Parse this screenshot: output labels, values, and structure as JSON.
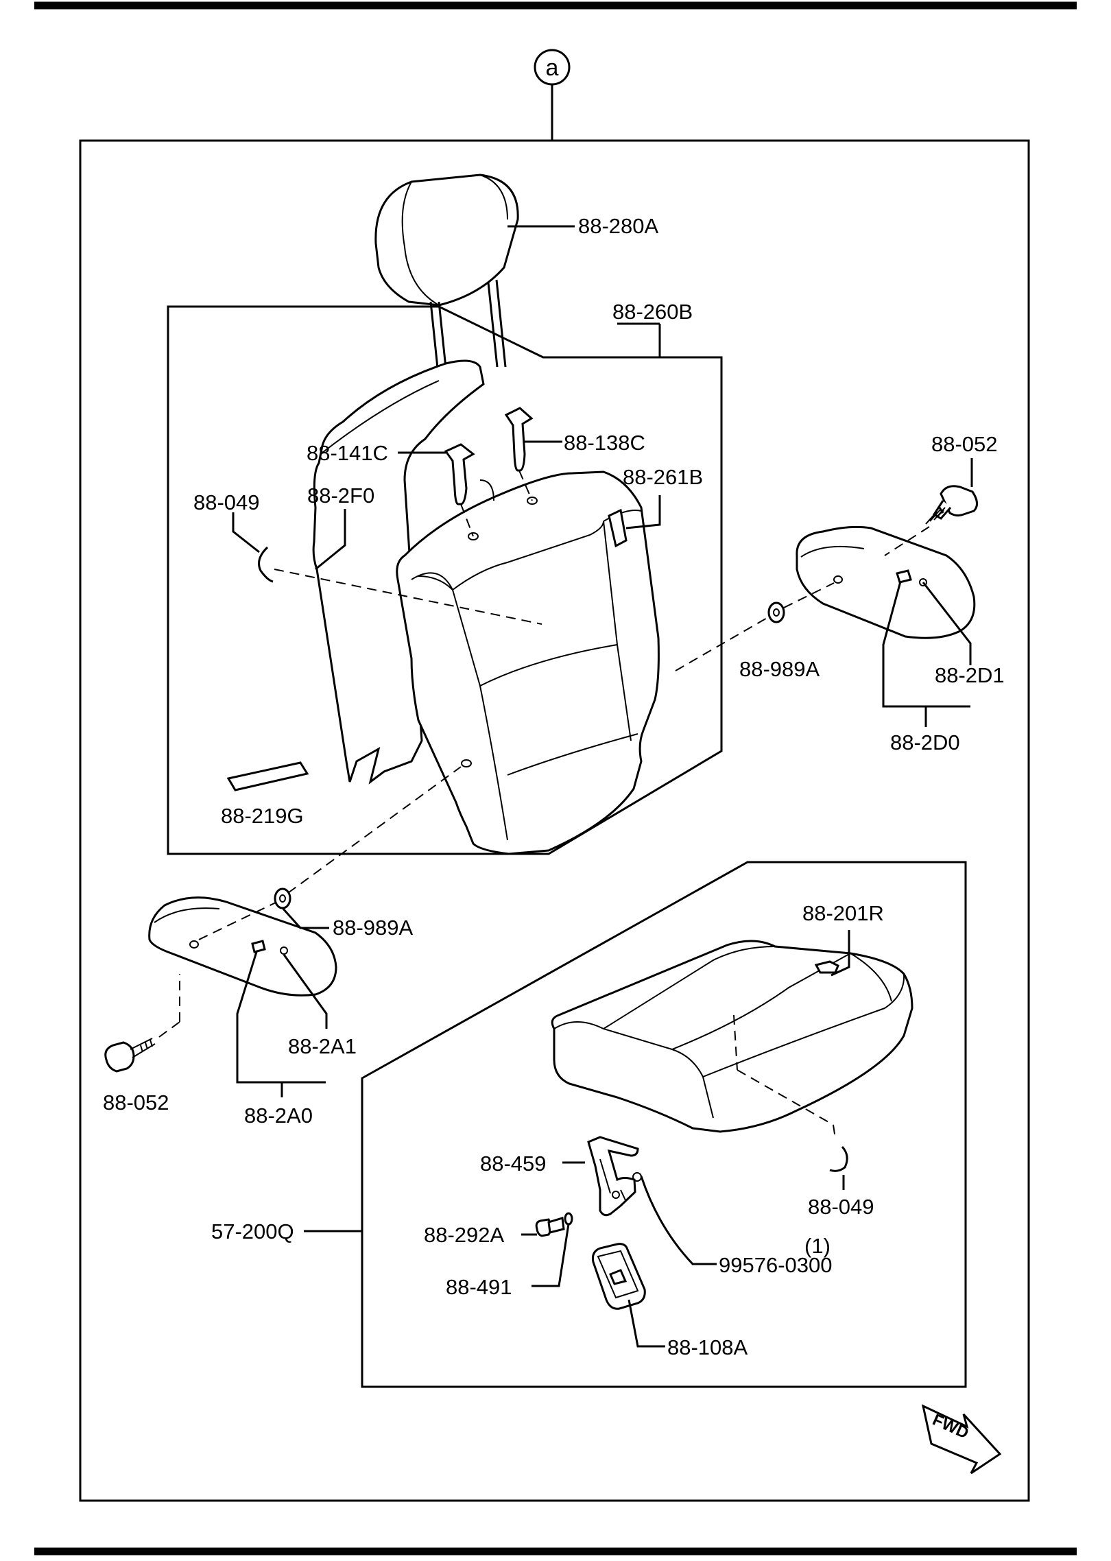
{
  "callout": "a",
  "fwd_label": "FWD",
  "labels": {
    "p_88_280A": "88-280A",
    "p_88_260B": "88-260B",
    "p_88_141C": "88-141C",
    "p_88_138C": "88-138C",
    "p_88_261B": "88-261B",
    "p_88_049_top": "88-049",
    "p_88_2F0": "88-2F0",
    "p_88_052_right": "88-052",
    "p_88_989A_right": "88-989A",
    "p_88_2D1": "88-2D1",
    "p_88_2D0": "88-2D0",
    "p_88_219G": "88-219G",
    "p_88_989A_left": "88-989A",
    "p_88_201R": "88-201R",
    "p_88_2A1": "88-2A1",
    "p_88_052_left": "88-052",
    "p_88_2A0": "88-2A0",
    "p_88_459": "88-459",
    "p_88_049_bottom": "88-049",
    "p_57_200Q": "57-200Q",
    "p_88_292A": "88-292A",
    "p_qty": "(1)",
    "p_99576_0300": "99576-0300",
    "p_88_491": "88-491",
    "p_88_108A": "88-108A"
  }
}
